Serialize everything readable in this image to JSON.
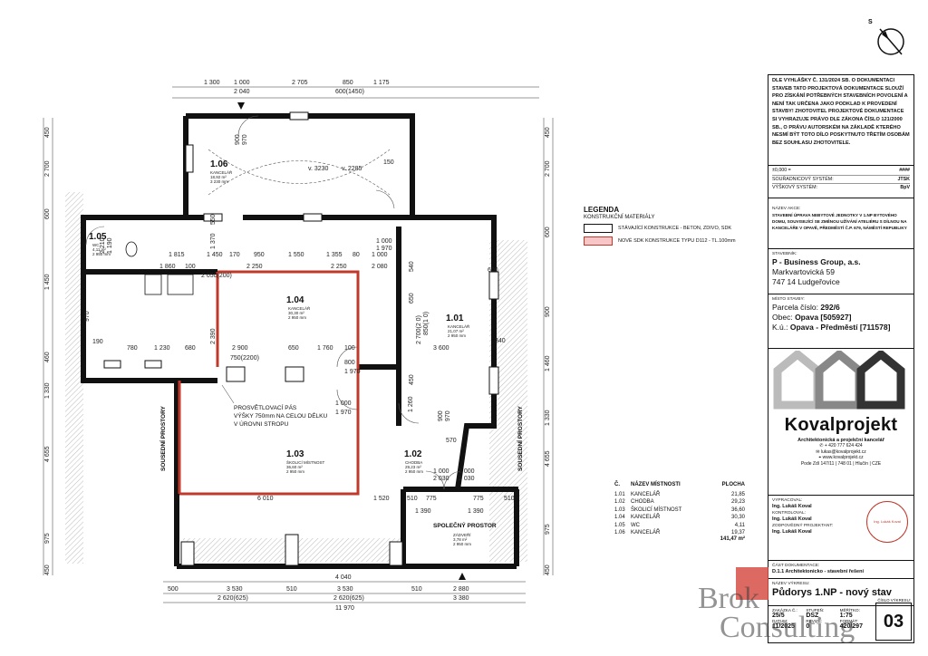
{
  "plan": {
    "dims_top": [
      "1 300",
      "1 000",
      "2 040",
      "2 705",
      "850",
      "1 175",
      "600(1450)"
    ],
    "dims_bottom": [
      "500",
      "3 530",
      "2 620(625)",
      "510",
      "3 530",
      "2 620(625)",
      "510",
      "2 880",
      "3 380",
      "11 970",
      "4 040"
    ],
    "dims_left": [
      "450",
      "2 700",
      "600",
      "1 450",
      "460",
      "1 330",
      "4 655",
      "975",
      "450"
    ],
    "dims_right": [
      "450",
      "2 700",
      "600",
      "900",
      "1 460",
      "1 330",
      "4 655",
      "975",
      "450"
    ],
    "dims_inner": [
      "1 815",
      "1 860",
      "100",
      "1 450",
      "170",
      "950",
      "1 550",
      "1 355",
      "80",
      "1 000",
      "2 050(200)",
      "2 250",
      "2 250",
      "2 080",
      "1 370",
      "550",
      "1 000",
      "1 970",
      "2 900",
      "650",
      "1 760",
      "100",
      "750(2200)",
      "780",
      "1 230",
      "680",
      "190",
      "3 600",
      "800",
      "1 970",
      "1 000",
      "1 970",
      "6 010",
      "1 520",
      "1 390",
      "1 390",
      "775",
      "775",
      "510",
      "510",
      "1 000",
      "2 030",
      "1 000",
      "2 030",
      "900",
      "970",
      "900",
      "970",
      "v. 3230",
      "v. 2285",
      "150",
      "600",
      "340",
      "570",
      "1 260",
      "2 390",
      "1 190",
      "2 210",
      "970",
      "650",
      "540",
      "450",
      "2 700(2 0)",
      "850(1 0)"
    ],
    "note": [
      "PROSVĚTLOVACÍ PÁS",
      "VÝŠKY 750mm NA CELOU DÉLKU",
      "V ÚROVNI STROPU"
    ],
    "side_left": "SOUSEDNÍ PROSTORY",
    "side_right": "SOUSEDNÍ PROSTORY",
    "rooms": [
      {
        "no": "1.06",
        "name": "KANCELÁŘ",
        "area": "18,92 m²",
        "h": "3 230 mm"
      },
      {
        "no": "1.05",
        "name": "WC",
        "area": "4,11 m²",
        "h": "2 950 mm"
      },
      {
        "no": "1.04",
        "name": "KANCELÁŘ",
        "area": "30,30 m²",
        "h": "2 950 mm"
      },
      {
        "no": "1.01",
        "name": "KANCELÁŘ",
        "area": "21,07 m²",
        "h": "2 950 mm"
      },
      {
        "no": "1.03",
        "name": "ŠKOLICÍ MÍSTNOST",
        "area": "36,60 m²",
        "h": "2 950 mm"
      },
      {
        "no": "1.02",
        "name": "CHODBA",
        "area": "29,23 m²",
        "h": "2 950 mm"
      },
      {
        "no": "SPOLEČNÝ PROSTOR",
        "name": "ZÁDVEŘÍ",
        "area": "3,78 m²",
        "h": "2 950 mm"
      }
    ]
  },
  "legend": {
    "title": "LEGENDA",
    "subtitle": "KONSTRUKČNÍ MATERIÁLY",
    "items": [
      {
        "label": "STÁVAJÍCÍ KONSTRUKCE - BETON, ZDIVO, SDK",
        "color": "#ffffff"
      },
      {
        "label": "NOVÉ SDK KONSTRUKCE TYPU D112 - TL.100mm",
        "color": "#f8c6c6"
      }
    ]
  },
  "room_table": {
    "headers": [
      "Č.",
      "NÁZEV MÍSTNOSTI",
      "PLOCHA"
    ],
    "rows": [
      [
        "1.01",
        "KANCELÁŘ",
        "21,85"
      ],
      [
        "1.02",
        "CHODBA",
        "29,23"
      ],
      [
        "1.03",
        "ŠKOLICÍ MÍSTNOST",
        "36,60"
      ],
      [
        "1.04",
        "KANCELÁŘ",
        "30,30"
      ],
      [
        "1.05",
        "WC",
        "4,11"
      ],
      [
        "1.06",
        "KANCELÁŘ",
        "19,37"
      ]
    ],
    "total": "141,47 m²"
  },
  "title_block": {
    "notice": "DLE VYHLÁŠKY Č. 131/2024 SB. O DOKUMENTACI STAVEB TATO PROJEKTOVÁ DOKUMENTACE SLOUŽÍ PRO ZÍSKÁNÍ POTŘEBNÝCH STAVEBNÍCH POVOLENÍ A NENÍ TAK URČENA JAKO PODKLAD K PROVEDENÍ STAVBY! ZHOTOVITEL PROJEKTOVÉ DOKUMENTACE SI VYHRAZUJE PRÁVO DLE ZÁKONA ČÍSLO 121/2000 SB., O PRÁVU AUTORSKÉM NA ZÁKLADĚ KTERÉHO NESMÍ BÝT TOTO DÍLO POSKYTNUTO TŘETÍM OSOBÁM BEZ SOUHLASU ZHOTOVITELE.",
    "kv": [
      [
        "±0,000 =",
        "####"
      ],
      [
        "SOUŘADNICOVÝ SYSTÉM:",
        "JTSK"
      ],
      [
        "VÝŠKOVÝ SYSTÉM:",
        "BpV"
      ]
    ],
    "akce_label": "NÁZEV AKCE:",
    "akce": "STAVEBNÍ ÚPRAVA NEBYTOVÉ JEDNOTKY V 1.NP BYTOVÉHO DOMU, SOUVISEJÍCÍ SE ZMĚNOU UŽÍVÁNÍ ATELIÉRU S DÍLNOU NA KANCELÁŘE V OPAVĚ, PŘEDMĚSTÍ Č.P. 679, NÁMĚSTÍ REPUBLIKY",
    "investor_label": "STAVEBNÍK:",
    "investor": "P - Business Group, a.s.",
    "investor_addr1": "Markvartovická 59",
    "investor_addr2": "747 14 Ludgeřovice",
    "misto_label": "MÍSTO STAVBY:",
    "parcela_label": "Parcela číslo:",
    "parcela": "292/6",
    "obec_label": "Obec:",
    "obec": "Opava [505927]",
    "ku_label": "K.ú.:",
    "ku": "Opava - Předměstí [711578]",
    "logo_name": "Kovalprojekt",
    "logo_sub": "Architektonická a projekční kancelář",
    "logo_phone": "✆ + 420 777 624 424",
    "logo_mail": "✉ lukas@kovalprojekt.cz",
    "logo_web": "⌖ www.kovalprojekt.cz",
    "logo_addr": "Pode Zdí 147/11 | 748 01 | Hlučín | CZE",
    "vypracoval_label": "VYPRACOVAL:",
    "vypracoval": "Ing. Lukáš Koval",
    "kontroloval_label": "KONTROLOVAL:",
    "kontroloval": "Ing. Lukáš Koval",
    "zodp_label": "ZODPOVĚDNÝ PROJEKTANT:",
    "zodp": "Ing. Lukáš Koval",
    "cast_label": "ČÁST DOKUMENTACE:",
    "cast": "D.1.1 Architektonicko - stavební řešení",
    "nazev_label": "NÁZEV VÝKRESU:",
    "nazev": "Půdorys 1.NP - nový stav",
    "grid_labels": [
      "ZAKÁZKA Č.:",
      "STUPEŇ:",
      "MĚŘÍTKO:"
    ],
    "grid_vals": [
      "25/5",
      "DSZ",
      "1:75"
    ],
    "grid2_labels": [
      "DATUM:",
      "REVIZE:",
      "FORMÁT:"
    ],
    "grid2_vals": [
      "11/2025",
      "0",
      "420/297"
    ],
    "sheet_label": "ČÍSLO VÝKRESU:",
    "sheet": "03",
    "stamp_text": "Ing. Lukáš Koval"
  },
  "watermark": {
    "line1": "Brok",
    "line2": "Consulting"
  },
  "colors": {
    "new_wall": "#c0392b",
    "wall": "#111111",
    "hatch": "#d9d9d9"
  }
}
